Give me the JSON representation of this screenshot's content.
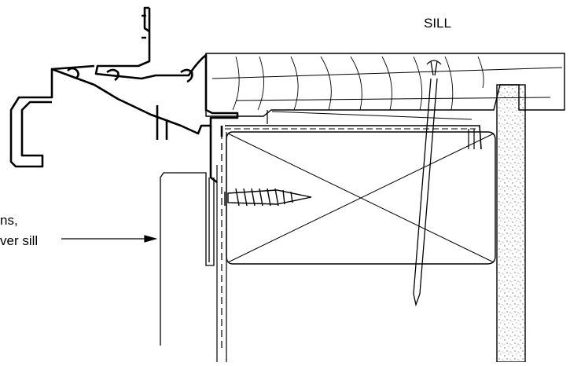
{
  "labels": {
    "sill": "SILL",
    "callout_line1": "ns,",
    "callout_line2": "ver sill"
  },
  "colors": {
    "stroke": "#000000",
    "background": "#ffffff",
    "concrete_dots": "#333333"
  }
}
